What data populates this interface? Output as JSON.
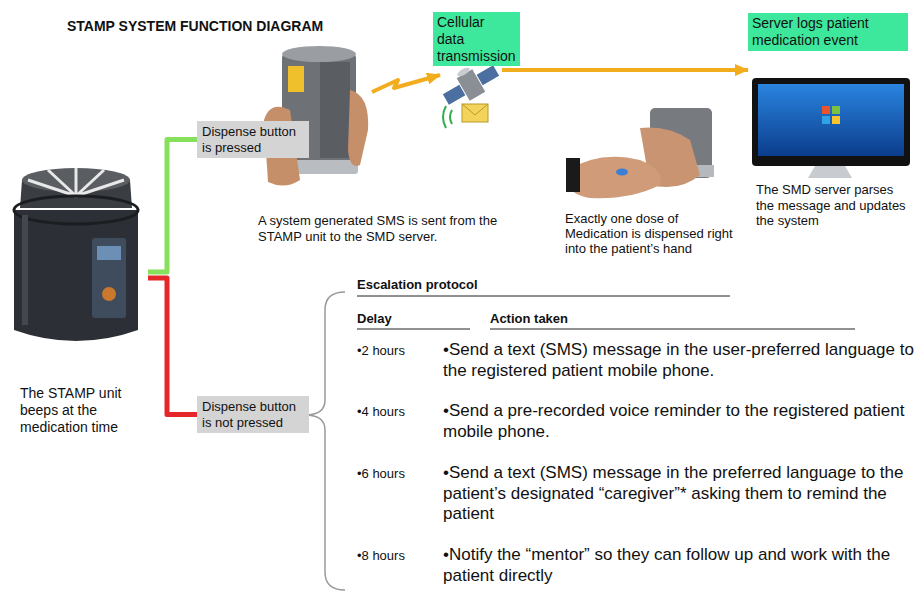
{
  "diagram": {
    "title": "STAMP SYSTEM FUNCTION DIAGRAM",
    "nodes": [
      {
        "text": [
          "The STAMP unit beeps at the medication time"
        ]
      },
      {
        "text": [
          "Dispense button is pressed"
        ]
      },
      {
        "text": [
          "Dispense button is not pressed"
        ]
      },
      {
        "text": [
          "A system generated SMS is sent from the STAMP unit to the SMD server."
        ]
      },
      {
        "text": [
          "Cellular data transmission"
        ]
      },
      {
        "text": [
          "Server logs patient medication event",
          "The SMD server parses the message and updates the system"
        ]
      }
    ],
    "edges": [
      {
        "from": 0,
        "to": 1,
        "arrow": "none"
      },
      {
        "from": 0,
        "to": 2,
        "arrow": "none"
      },
      {
        "from": 3,
        "to": 4,
        "arrow": "to"
      },
      {
        "from": 4,
        "to": 5,
        "arrow": "to"
      }
    ],
    "labels": [
      "Exactly one dose of Medication is dispensed right into the patient’s hand",
      "Escalation protocol",
      "Delay",
      "Action taken",
      "•2 hours",
      "•Send a text (SMS) message in the user-preferred language to the registered patient mobile phone.",
      "•4 hours",
      "•Send a pre-recorded voice reminder to the registered patient mobile phone.",
      "•6 hours",
      "•Send a text (SMS) message in the preferred language to the patient’s designated “caregiver”* asking them to remind the patient",
      "•8 hours",
      "•Notify the “mentor” so they can follow up and work with the patient directly"
    ]
  }
}
